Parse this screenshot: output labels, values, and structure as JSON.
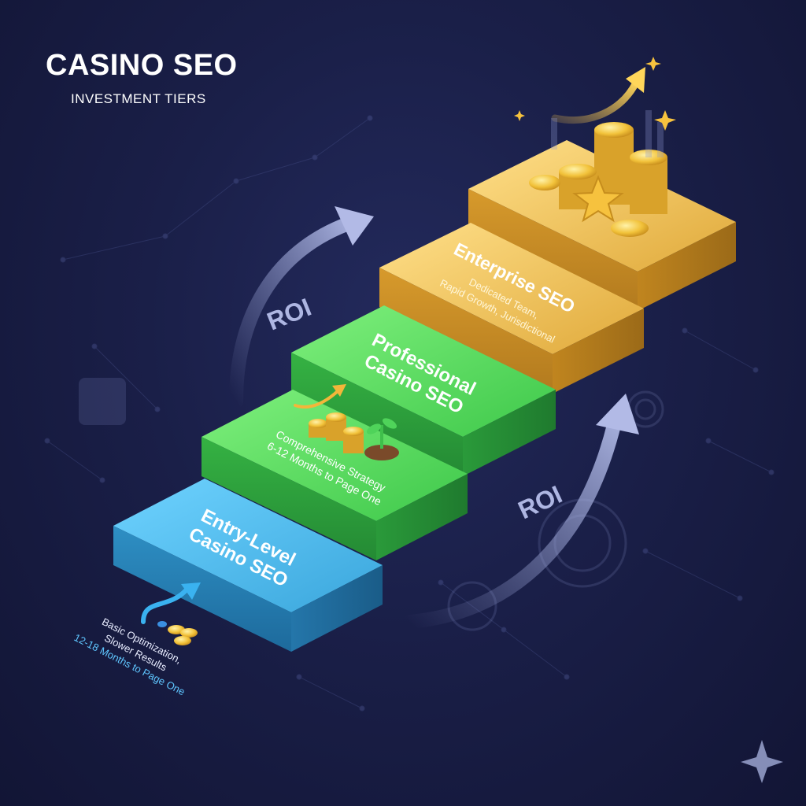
{
  "header": {
    "title": "CASINO SEO",
    "subtitle": "INVESTMENT TIERS"
  },
  "tiers": [
    {
      "name_lines": [
        "Entry-Level",
        "Casino SEO"
      ],
      "notes": [
        "Basic Optimization,",
        "Slower Results",
        "12-18 Months to Page One"
      ],
      "color": "#3fb4e6"
    },
    {
      "name_lines": [
        "Comprehensive Strategy",
        "6-12 Months to Page One"
      ],
      "notes": [],
      "color": "#3fd45a"
    },
    {
      "name_lines": [
        "Professional",
        "Casino SEO"
      ],
      "notes": [],
      "color": "#40c84e"
    },
    {
      "name_lines": [
        "Enterprise SEO"
      ],
      "notes": [
        "Dedicated Team,",
        "Rapid Growth, Jurisdictional"
      ],
      "color": "#e7b23c"
    },
    {
      "name_lines": [],
      "notes": [],
      "color": "#f1c24a"
    }
  ],
  "roi_labels": {
    "upper": "ROI",
    "lower": "ROI"
  },
  "icons": [
    "coin-stack-icon",
    "growth-arrow-icon",
    "sprout-icon",
    "star-icon",
    "sparkle-icon",
    "chip-icon",
    "bar-chart-icon"
  ]
}
